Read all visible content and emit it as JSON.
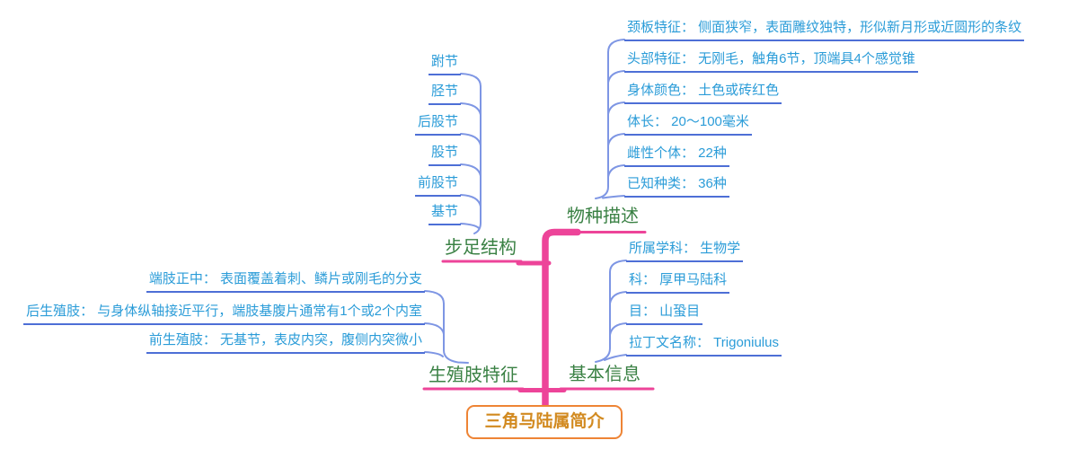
{
  "root": {
    "title": "三角马陆属简介"
  },
  "branches": {
    "species": {
      "label": "物种描述",
      "items": [
        "颈板特征： 侧面狭窄，表面雕纹独特，形似新月形或近圆形的条纹",
        "头部特征： 无刚毛，触角6节，顶端具4个感觉锥",
        "身体颜色： 土色或砖红色",
        "体长： 20～100毫米",
        "雌性个体： 22种",
        "已知种类： 36种"
      ]
    },
    "legs": {
      "label": "步足结构",
      "items": [
        "跗节",
        "胫节",
        "后股节",
        "股节",
        "前股节",
        "基节"
      ]
    },
    "gonopods": {
      "label": "生殖肢特征",
      "items": [
        "端肢正中： 表面覆盖着刺、鳞片或刚毛的分支",
        "后生殖肢： 与身体纵轴接近平行，端肢基腹片通常有1个或2个内室",
        "前生殖肢： 无基节，表皮内突，腹侧内突微小"
      ]
    },
    "basic": {
      "label": "基本信息",
      "items": [
        "所属学科： 生物学",
        "科： 厚甲马陆科",
        "目： 山蛩目",
        "拉丁文名称： Trigoniulus"
      ]
    }
  },
  "colors": {
    "trunk_pink": "#ED4499",
    "branch_label_green": "#3A8144",
    "item_text_blue": "#2B9CD8",
    "item_underline_blue": "#4D6FD6",
    "connector_blue": "#7E96E4",
    "root_border_orange": "#EE8435",
    "root_text_orange": "#D28A20"
  }
}
